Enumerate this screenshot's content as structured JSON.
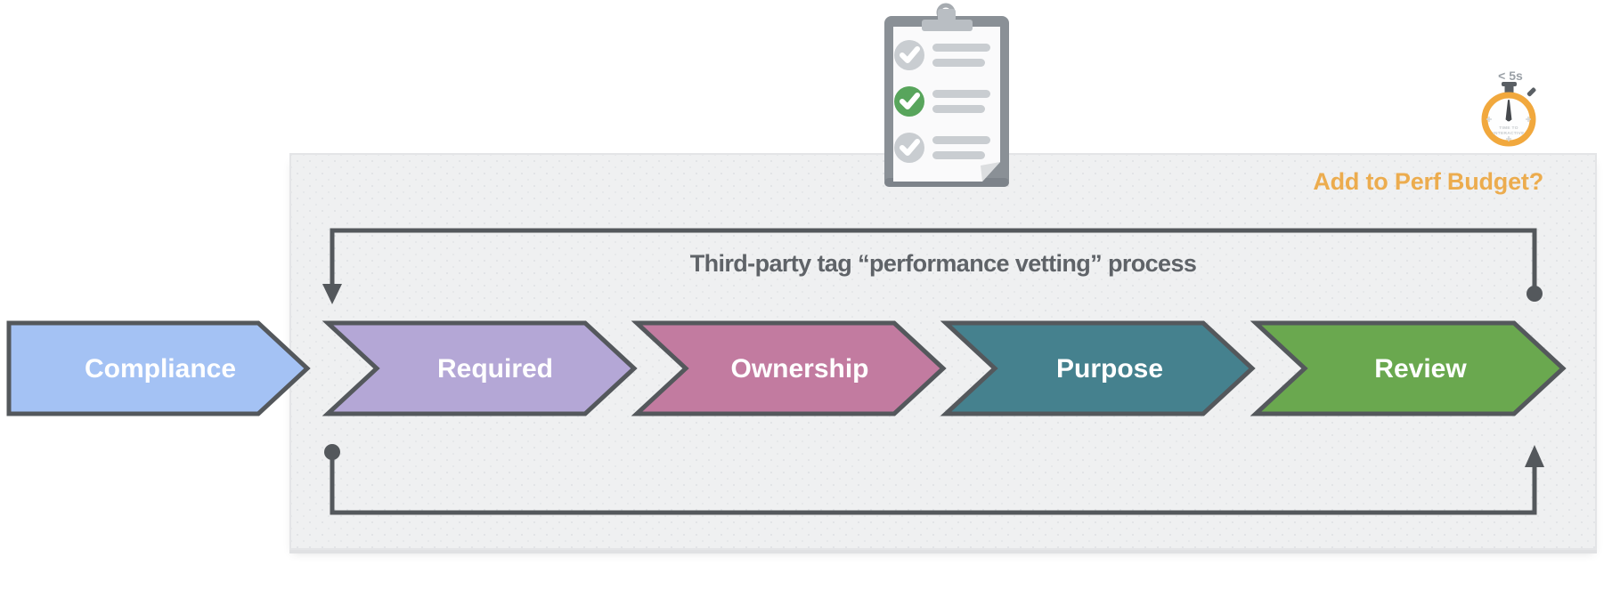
{
  "title": "Third-party tag “performance vetting” process",
  "perf_budget_label": "Add to Perf Budget?",
  "stages": [
    {
      "label": "Compliance",
      "color": "#A4C2F4"
    },
    {
      "label": "Required",
      "color": "#B4A7D6"
    },
    {
      "label": "Ownership",
      "color": "#C27BA0"
    },
    {
      "label": "Purpose",
      "color": "#45818E"
    },
    {
      "label": "Review",
      "color": "#6AA84F"
    }
  ],
  "stopwatch": {
    "time_label": "< 5s",
    "face_line1": "TIME TO",
    "face_line2": "INTERACTIVE",
    "ring_color": "#F1A83D"
  },
  "clipboard": {
    "check_green": "#58A55C",
    "check_muted": "#C9CDD1",
    "rows": [
      {
        "state": "checked-muted"
      },
      {
        "state": "checked-green"
      },
      {
        "state": "checked-muted"
      }
    ]
  },
  "colors": {
    "outline": "#54585C",
    "accent_orange": "#ECAC4E",
    "title_text": "#5F6368",
    "panel_bg": "#EFF0F1"
  }
}
